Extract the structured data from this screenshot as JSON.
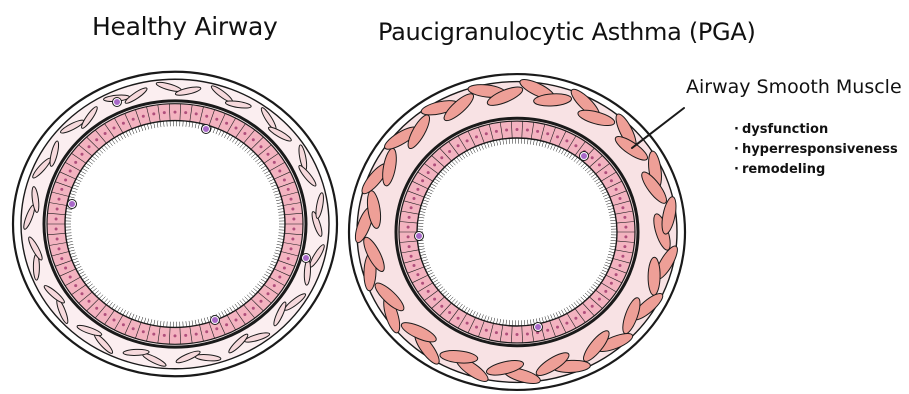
{
  "panels": {
    "healthy": {
      "title": "Healthy Airway"
    },
    "pga": {
      "title": "Paucigranulocytic Asthma (PGA)"
    }
  },
  "callout": {
    "title": "Airway Smooth Muscle",
    "bullets": [
      "dysfunction",
      "hyperresponsiveness",
      "remodeling"
    ]
  },
  "colors": {
    "outline": "#1a1a1a",
    "muscle_light": "#f6d9dc",
    "muscle_dark": "#ee9f97",
    "epithelium": "#f3b3c0",
    "cell_nucleus": "#b04f7c",
    "inflammatory_cell": "#a868c8"
  }
}
